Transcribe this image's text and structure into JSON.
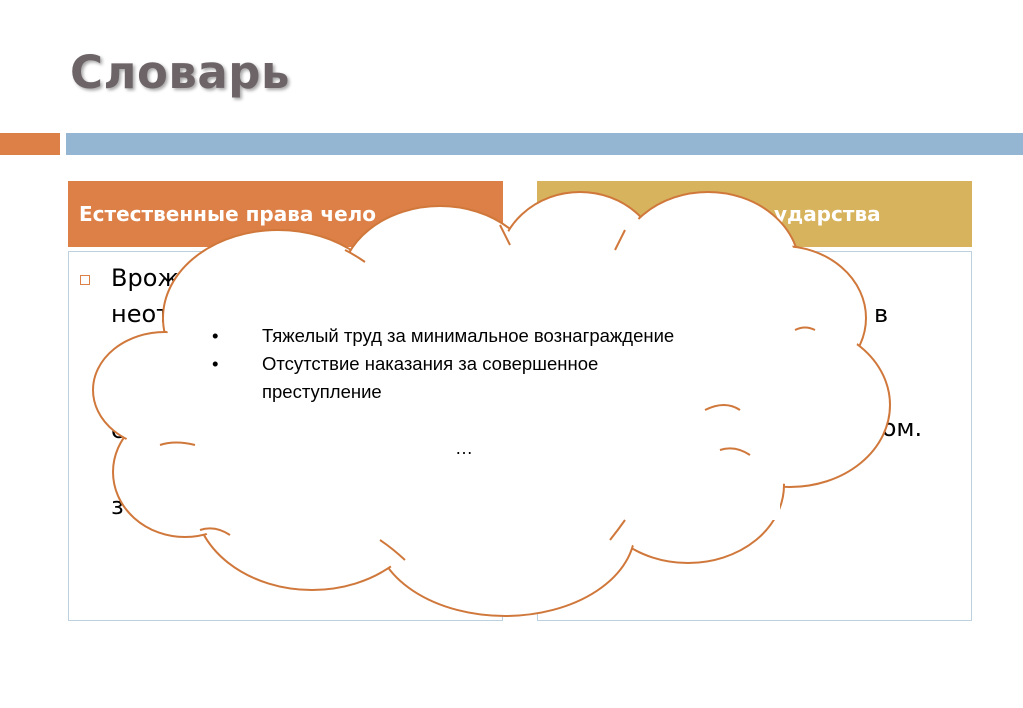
{
  "slide": {
    "title": "Словарь"
  },
  "columns": {
    "left": {
      "header": "Естественные права чело",
      "fragments": [
        "Врож",
        "неот",
        "с",
        "з"
      ]
    },
    "right": {
      "header": "ударства",
      "fragments": [
        "в",
        "ном."
      ]
    }
  },
  "callout": {
    "items": [
      "Тяжелый труд за минимальное вознаграждение",
      "Отсутствие наказания за совершенное преступление"
    ],
    "bullet": "•",
    "ellipsis": "…"
  },
  "colors": {
    "orange": "#dd8047",
    "gold": "#d7b35e",
    "blue": "#94b6d2",
    "title": "#6d6468",
    "cloud_outline": "#d0783b"
  }
}
